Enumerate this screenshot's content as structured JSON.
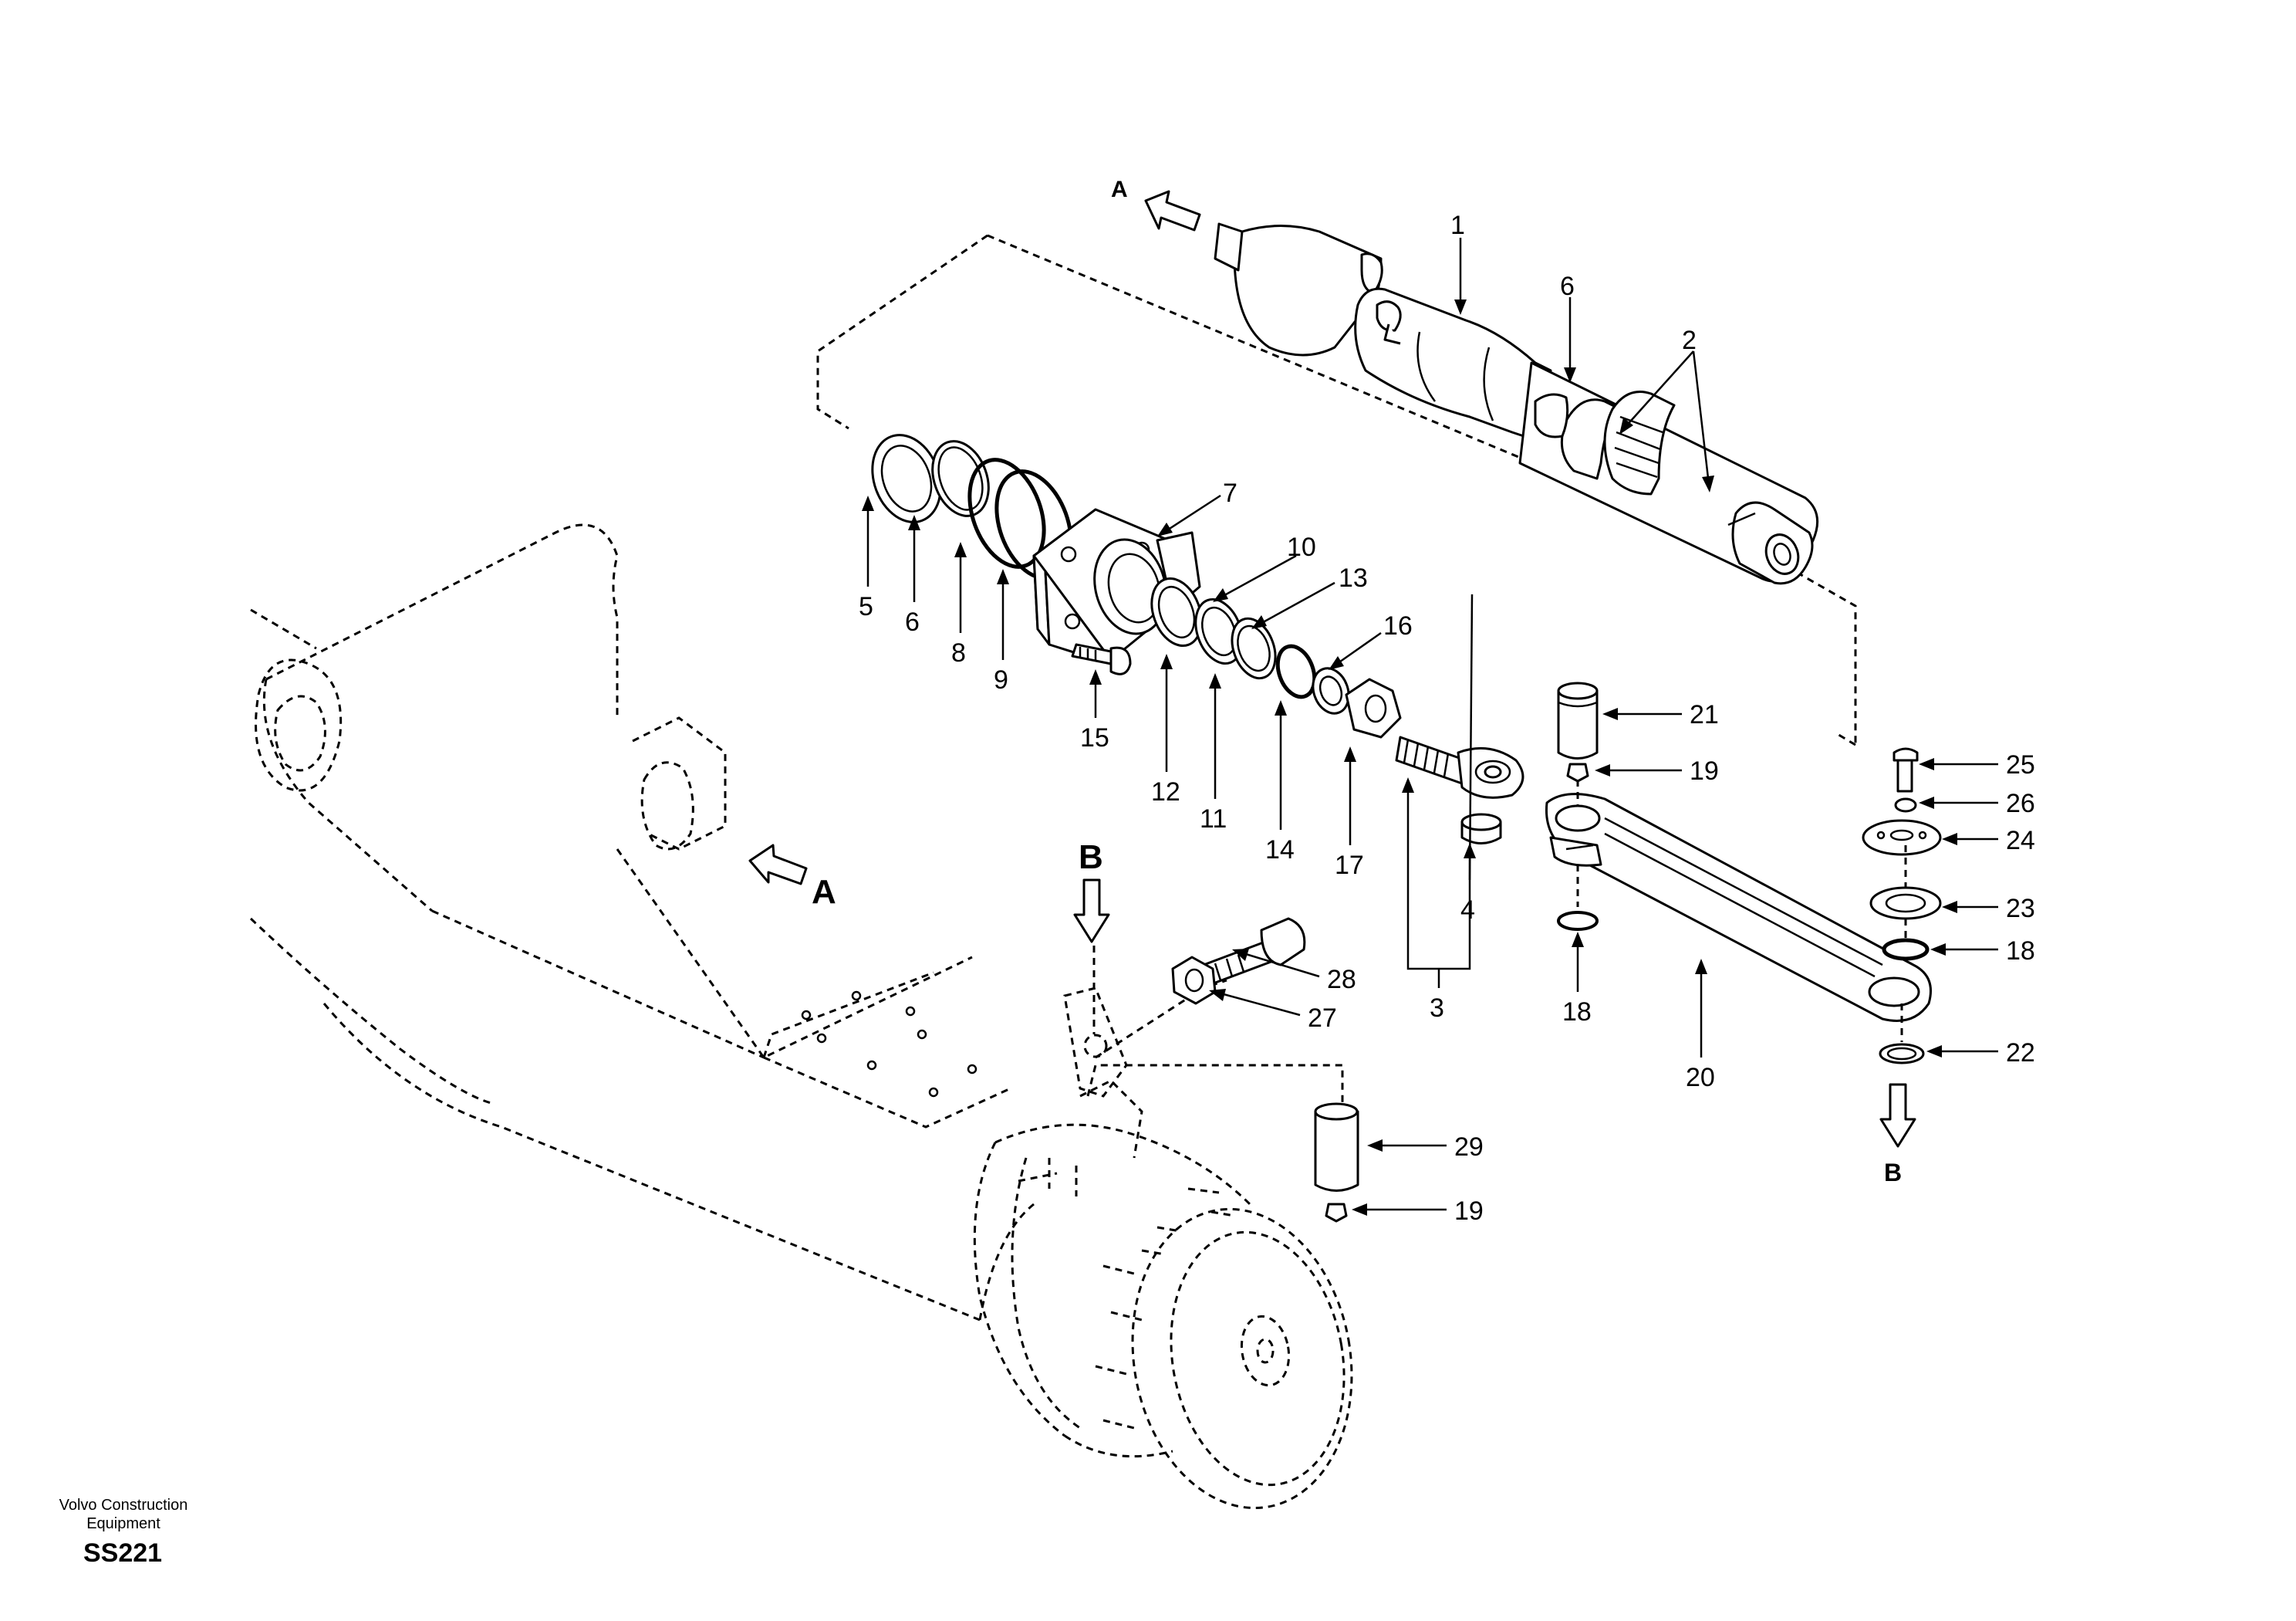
{
  "footer": {
    "company": "Volvo Construction",
    "company_line2": "Equipment",
    "code": "SS221"
  },
  "view_markers": {
    "a": "A",
    "b": "B"
  },
  "callouts": [
    {
      "id": "c1",
      "text": "1"
    },
    {
      "id": "c2",
      "text": "2"
    },
    {
      "id": "c3",
      "text": "3"
    },
    {
      "id": "c4",
      "text": "4"
    },
    {
      "id": "c5",
      "text": "5"
    },
    {
      "id": "c6a",
      "text": "6"
    },
    {
      "id": "c6b",
      "text": "6"
    },
    {
      "id": "c7",
      "text": "7"
    },
    {
      "id": "c8",
      "text": "8"
    },
    {
      "id": "c9",
      "text": "9"
    },
    {
      "id": "c10",
      "text": "10"
    },
    {
      "id": "c11",
      "text": "11"
    },
    {
      "id": "c12",
      "text": "12"
    },
    {
      "id": "c13",
      "text": "13"
    },
    {
      "id": "c14",
      "text": "14"
    },
    {
      "id": "c15",
      "text": "15"
    },
    {
      "id": "c16",
      "text": "16"
    },
    {
      "id": "c17",
      "text": "17"
    },
    {
      "id": "c18a",
      "text": "18"
    },
    {
      "id": "c18b",
      "text": "18"
    },
    {
      "id": "c19a",
      "text": "19"
    },
    {
      "id": "c19b",
      "text": "19"
    },
    {
      "id": "c20",
      "text": "20"
    },
    {
      "id": "c21",
      "text": "21"
    },
    {
      "id": "c22",
      "text": "22"
    },
    {
      "id": "c23",
      "text": "23"
    },
    {
      "id": "c24",
      "text": "24"
    },
    {
      "id": "c25",
      "text": "25"
    },
    {
      "id": "c26",
      "text": "26"
    },
    {
      "id": "c27",
      "text": "27"
    },
    {
      "id": "c28",
      "text": "28"
    },
    {
      "id": "c29",
      "text": "29"
    }
  ]
}
